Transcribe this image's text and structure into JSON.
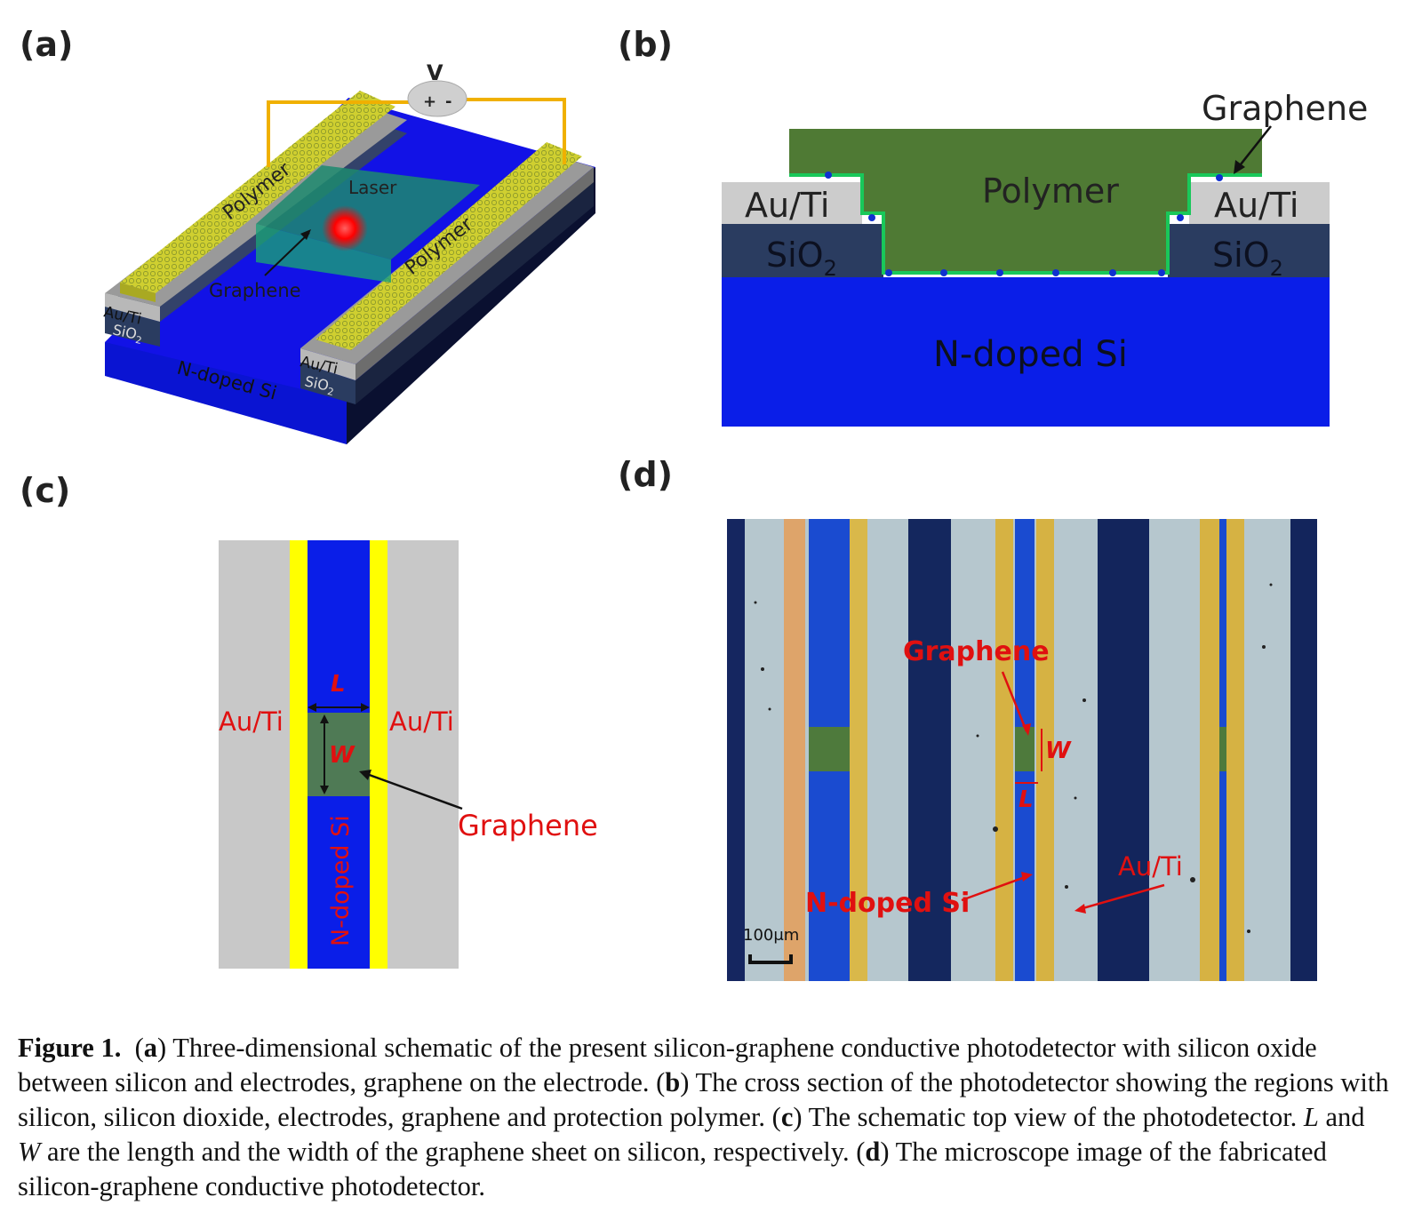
{
  "panels": {
    "a": {
      "label": "(a)",
      "voltage": "V",
      "plus": "+",
      "minus": "-",
      "polymer_left": "Polymer",
      "polymer_right": "Polymer",
      "laser": "Laser",
      "graphene": "Graphene",
      "auti_left": "Au/Ti",
      "sio2_left": "SiO",
      "auti_right": "Au/Ti",
      "sio2_right": "SiO",
      "sub2": "2",
      "substrate": "N-doped Si"
    },
    "b": {
      "label": "(b)",
      "graphene": "Graphene",
      "polymer": "Polymer",
      "auti_left": "Au/Ti",
      "auti_right": "Au/Ti",
      "sio2_left": "SiO",
      "sio2_right": "SiO",
      "sub2": "2",
      "substrate": "N-doped Si"
    },
    "c": {
      "label": "(c)",
      "L": "L",
      "W": "W",
      "auti_left": "Au/Ti",
      "auti_right": "Au/Ti",
      "graphene": "Graphene",
      "substrate": "N-doped Si"
    },
    "d": {
      "label": "(d)",
      "graphene": "Graphene",
      "W": "W",
      "L": "L",
      "auti": "Au/Ti",
      "substrate": "N-doped Si",
      "scale": "100μm"
    }
  },
  "caption": {
    "figure_label": "Figure 1.",
    "a_open": "(",
    "a_key": "a",
    "a_text": ") Three-dimensional schematic of the present silicon-graphene conductive photodetector with silicon oxide between silicon and electrodes, graphene on the electrode. (",
    "b_key": "b",
    "b_text": ") The cross section of the photodetector showing the regions with silicon, silicon dioxide, electrodes, graphene and protection polymer. (",
    "c_key": "c",
    "c_text": ") The schematic top view of the photodetector. ",
    "L": "L",
    "and": " and ",
    "W": "W",
    "c_tail": " are the length and the width of the graphene sheet on silicon, respectively. (",
    "d_key": "d",
    "d_text": ") The microscope image of the fabricated silicon-graphene conductive photodetector."
  },
  "colors": {
    "silicon": "#0a1ee8",
    "oxide": "#2a3c60",
    "gold": "#d4d42a",
    "polymer": "#4f7a34",
    "graphene_line": "#19c85a",
    "label_red": "#e01010"
  }
}
